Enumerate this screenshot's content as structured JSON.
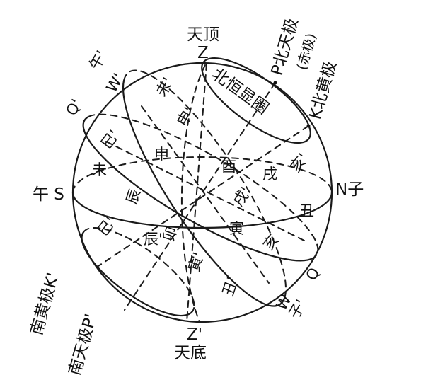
{
  "labels": {
    "zenith": "天顶",
    "Z": "Z",
    "nadir": "天底",
    "Z_prime": "Z'",
    "north_celestial_pole_line1": "P北天极",
    "north_celestial_pole_line2": "(赤极)",
    "north_ecliptic_pole": "K北黄极",
    "south_ecliptic_pole": "南黄极K'",
    "south_celestial_pole": "南天极P'",
    "south_point": "午 S",
    "north_point": "N子",
    "wu_prime": "午'",
    "W_prime": "W'",
    "Q_prime": "Q'",
    "Q": "Q",
    "W": "W",
    "zi_prime": "子'",
    "circumpolar_circle": "北恒显圈"
  },
  "branches": {
    "wei_prime": "未'",
    "shen_prime": "申'",
    "si_prime_upper": "巳'",
    "shen": "申",
    "wei": "未",
    "you": "酉",
    "xu": "戌",
    "hai_prime": "亥'",
    "chen": "辰",
    "xu_prime": "戌'",
    "chou": "丑",
    "si_prime_lower": "巳'",
    "chen_prime": "辰'",
    "mao": "卯",
    "yin": "寅",
    "hai": "亥",
    "yin_prime": "寅'",
    "chou_prime": "丑'"
  }
}
